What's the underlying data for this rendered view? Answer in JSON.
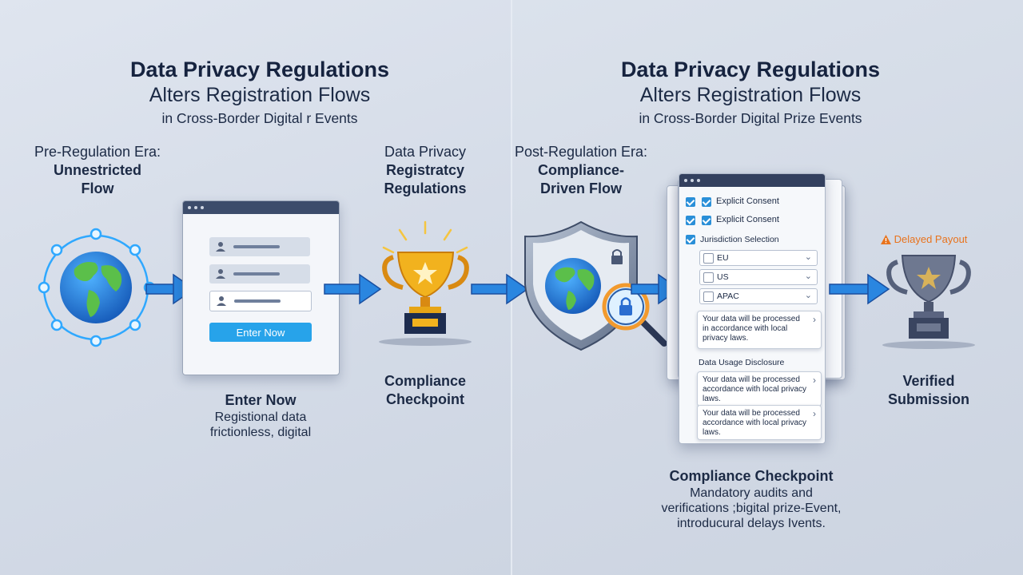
{
  "left": {
    "title": "Data Privacy Regulations",
    "subtitle": "Alters Registration Flows",
    "subtitle2": "in Cross-Border Digital r Events",
    "era_label": "Pre-Regulation Era:",
    "era_name_1": "Unnestricted",
    "era_name_2": "Flow",
    "form_button": "Enter Now",
    "form_caption_title": "Enter Now",
    "form_caption_line1": "Registional data",
    "form_caption_line2": "frictionless, digital",
    "middle_label_1": "Data Privacy",
    "middle_label_2": "Registratcy",
    "middle_label_3": "Regulations",
    "checkpoint_1": "Compliance",
    "checkpoint_2": "Checkpoint"
  },
  "right": {
    "title": "Data Privacy Regulations",
    "subtitle": "Alters Registration Flows",
    "subtitle2": "in Cross-Border Digital Prize Events",
    "era_label": "Post-Regulation Era:",
    "era_name_1": "Compliance-",
    "era_name_2": "Driven Flow",
    "form": {
      "consent_1": "Explicit Consent",
      "consent_2": "Explicit Consent",
      "jurisdiction_label": "Jurisdiction Selection",
      "options": [
        "EU",
        "US",
        "APAC"
      ],
      "card_1": "Your data will be processed in accordance with local privacy laws.",
      "disclosure_label": "Data Usage Disclosure",
      "card_2": "Your data will be processed accordance with local privacy laws.",
      "card_3": "Your data will be processed accordance with local privacy laws."
    },
    "delayed_payout": "Delayed Payout",
    "verified_1": "Verified",
    "verified_2": "Submission",
    "checkpoint_title": "Compliance Checkpoint",
    "checkpoint_line1": "Mandatory audits and",
    "checkpoint_line2": "verifications ;bigital prize-Event,",
    "checkpoint_line3": "introducural delays Ivents."
  },
  "colors": {
    "arrow": "#2a86e0",
    "accent_blue": "#27a3ea",
    "trophy_gold": "#f2b21e",
    "trophy_silver": "#6e7890",
    "warning_orange": "#e8731d",
    "navy": "#16233f"
  },
  "icons": [
    "globe-network-icon",
    "user-icon",
    "gold-trophy-icon",
    "shield-globe-icon",
    "magnifier-lock-icon",
    "silver-trophy-icon",
    "warning-icon",
    "arrow-right-icon"
  ]
}
